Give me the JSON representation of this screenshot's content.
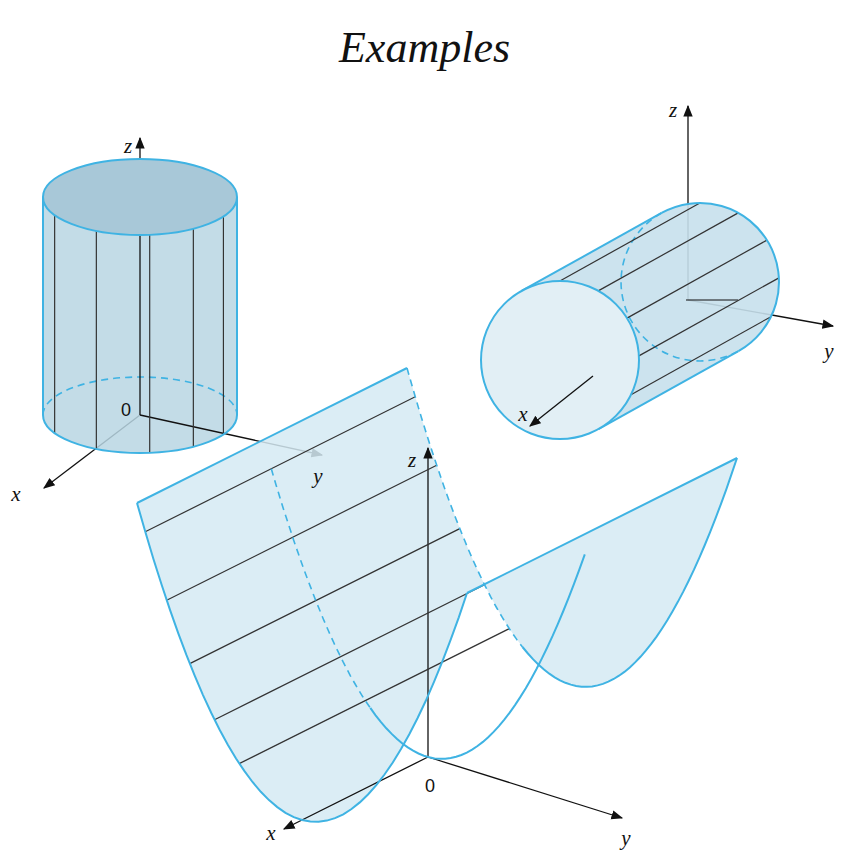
{
  "diagram": {
    "title": "Examples",
    "labels": [
      "z",
      "0",
      "y",
      "x",
      "z",
      "y",
      "x",
      "z",
      "0",
      "x",
      "y"
    ]
  }
}
